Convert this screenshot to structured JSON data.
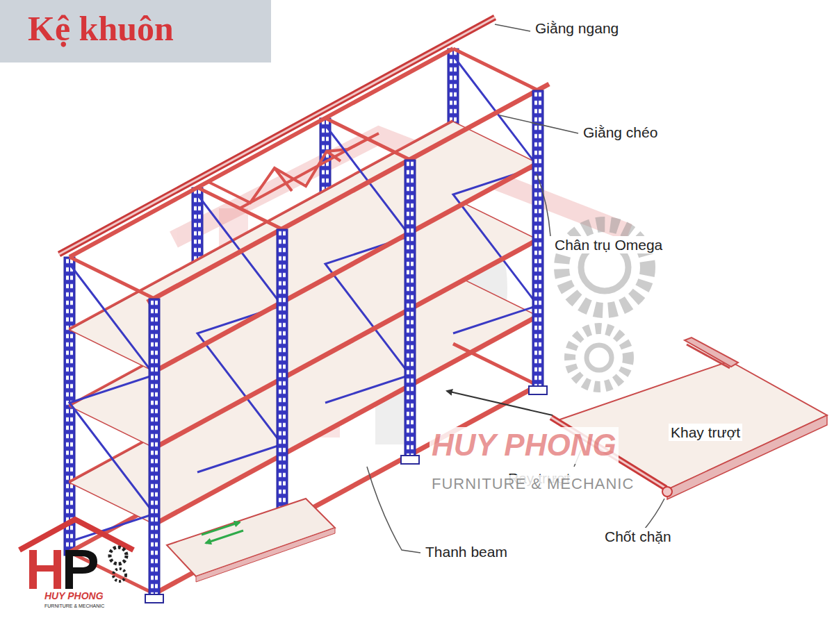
{
  "diagram": {
    "title": "Kệ khuôn",
    "labels": [
      "Giằng ngang",
      "Giằng chéo",
      "Chân trụ Omega",
      "Khay trượt",
      "Ray trượt",
      "Chốt chặn",
      "Thanh beam",
      "HUY PHONG",
      "FURNITURE & MECHANIC",
      "HUY PHONG",
      "FURNITURE & MECHANIC"
    ]
  }
}
